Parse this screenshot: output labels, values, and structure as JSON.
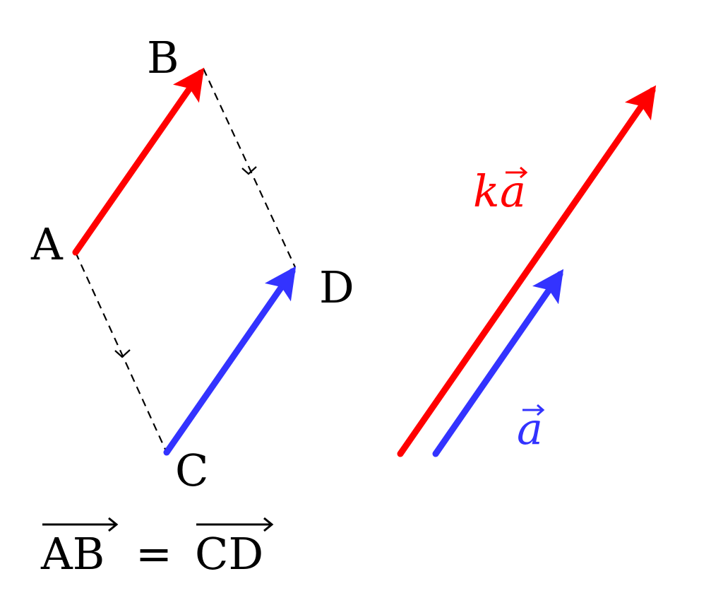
{
  "points": {
    "A": "A",
    "B": "B",
    "C": "C",
    "D": "D"
  },
  "vectors": {
    "ka_k": "k",
    "ka_a": "a",
    "a": "a"
  },
  "equation": {
    "left": "AB",
    "eq": "=",
    "right": "CD"
  },
  "colors": {
    "red": "#ff0000",
    "blue": "#3333ff",
    "dash": "#000000"
  }
}
